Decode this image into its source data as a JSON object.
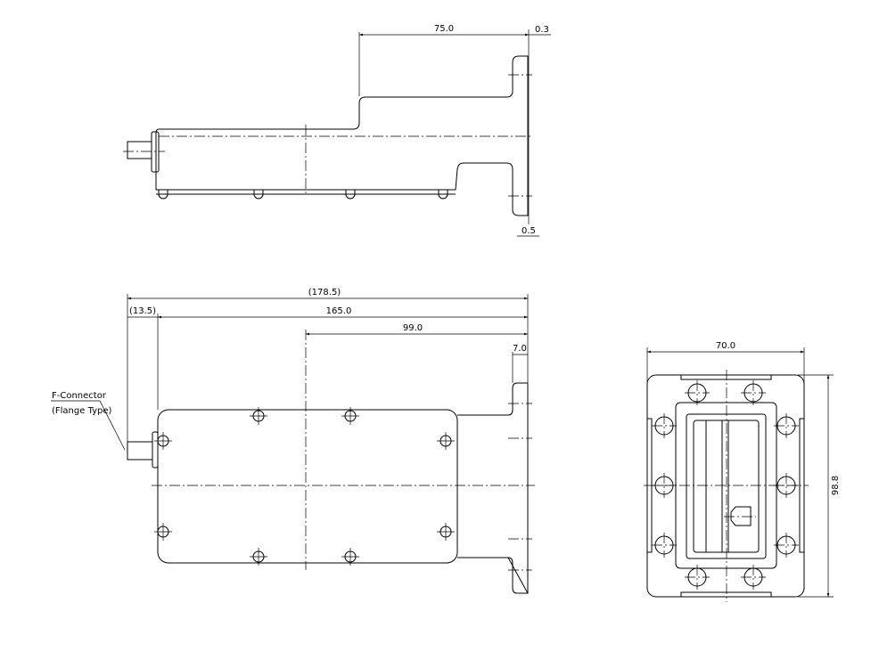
{
  "top_view": {
    "dim_length": "75.0",
    "dim_gap_top": "0.3",
    "dim_gap_bottom": "0.5"
  },
  "front_view": {
    "dim_overall": "(178.5)",
    "dim_connector": "(13.5)",
    "dim_body": "165.0",
    "dim_center": "99.0",
    "dim_flange": "7.0",
    "label_connector": "F-Connector",
    "label_connector_type": "(Flange Type)"
  },
  "side_view": {
    "dim_width": "70.0",
    "dim_height": "98.8"
  }
}
